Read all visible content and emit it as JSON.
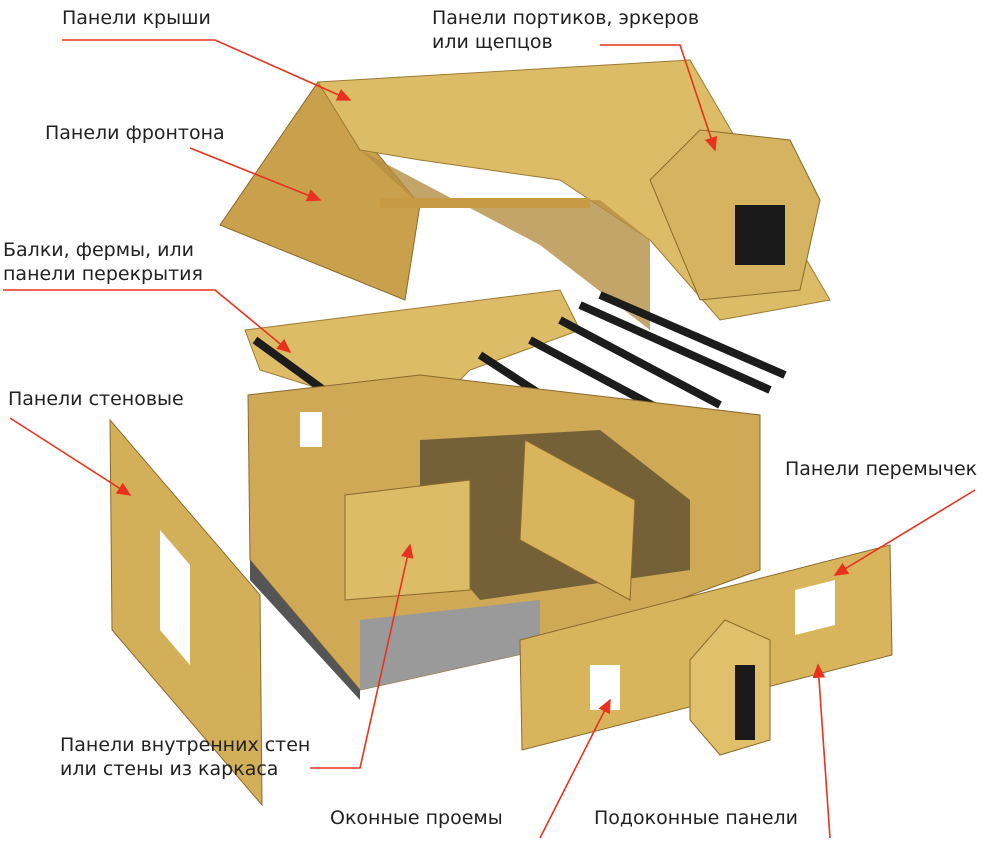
{
  "labels": {
    "roof_panels": "Панели крыши",
    "portico_panels_line1": "Панели портиков, эркеров",
    "portico_panels_line2": "или щепцов",
    "gable_panels": "Панели фронтона",
    "beams_line1": "Балки, фермы, или",
    "beams_line2": "панели перекрытия",
    "wall_panels": "Панели стеновые",
    "lintel_panels": "Панели перемычек",
    "interior_walls_line1": "Панели внутренних стен",
    "interior_walls_line2": "или стены из каркаса",
    "window_openings": "Оконные проемы",
    "sill_panels": "Подоконные панели"
  },
  "colors": {
    "osb": "#d8b45c",
    "osb_dark": "#a8843a",
    "leader": "#e8321e",
    "beam": "#1c1c1c"
  }
}
